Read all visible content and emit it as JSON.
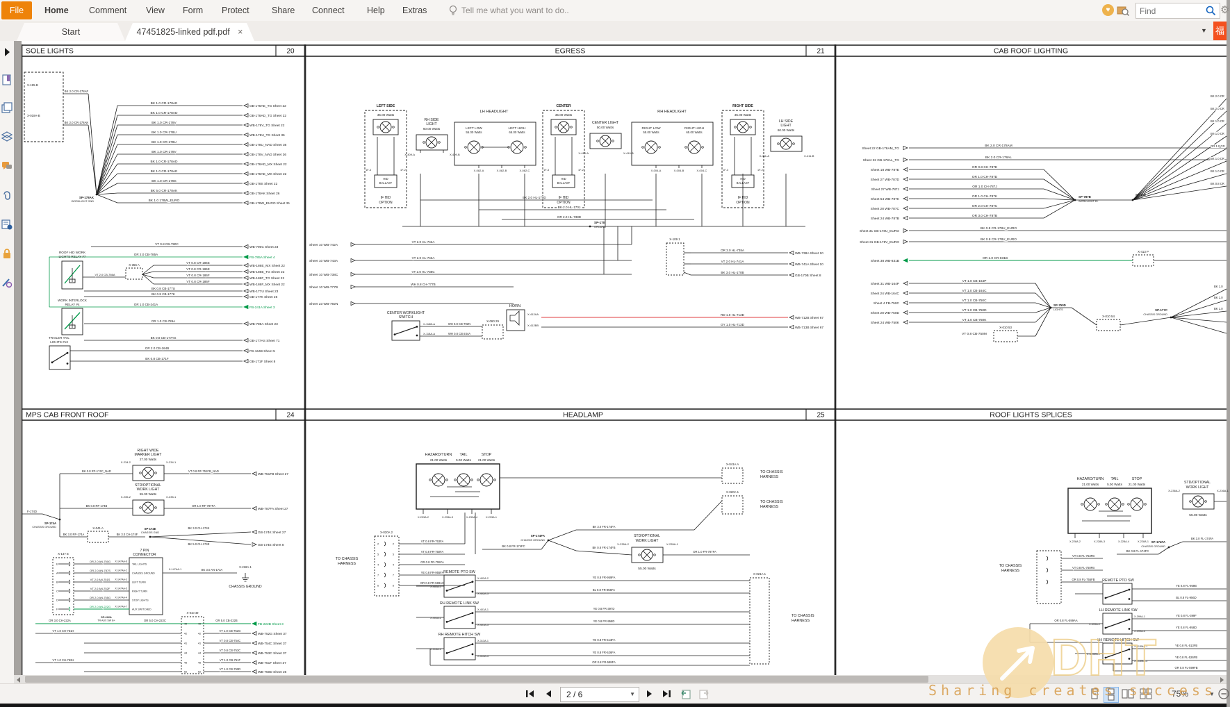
{
  "ribbon": {
    "file_label": "File",
    "menus": [
      "Home",
      "Comment",
      "View",
      "Form",
      "Protect",
      "Share",
      "Connect",
      "Help",
      "Extras"
    ],
    "tell_me": "Tell me what you want to do..",
    "find_placeholder": "Find",
    "brand_glyph": "福"
  },
  "tabs": {
    "start": "Start",
    "document": "47451825-linked pdf.pdf",
    "close_glyph": "×"
  },
  "statusbar": {
    "page_display": "2 / 6",
    "zoom_level": "75%"
  },
  "watermark": {
    "brand": "DHT",
    "slogan": "Sharing creates success"
  },
  "colors": {
    "accent_orange": "#ee8309",
    "brand_red": "#f4501e",
    "wire_green": "#009a49",
    "wire_red": "#e03c41",
    "highlight_blue": "#cfe3f8"
  },
  "panels": {
    "p1": {
      "title": "SOLE LIGHTS",
      "page": "20",
      "top_connectors": [
        "X-195-B",
        "X-018A-B"
      ],
      "top_wires": [
        "BK 2.0 CR-178AF",
        "BK 2.0 CR-178AK"
      ],
      "splice": [
        "SP-178AK",
        "WORKLIGHT GND"
      ],
      "fan_rows": [
        {
          "m": "BK 1.0 CR-178AE",
          "s": "GB-178AE_TG  Sheet 22"
        },
        {
          "m": "BK 1.0 CR-178AD",
          "s": "GB-178AD_TG  Sheet 22"
        },
        {
          "m": "BK 1.0 CR-178V",
          "s": "WB-178V_TG  Sheet 22"
        },
        {
          "m": "BK 1.0 CR-178U",
          "s": "WB-178U_TG  Sheet 36"
        },
        {
          "m": "BK 1.0 CR-178U",
          "s": "GB-178U_NAD  Sheet 36"
        },
        {
          "m": "BK 1.0 CR-178V",
          "s": "GB-178V_NAD  Sheet 36"
        },
        {
          "m": "BK 1.0 CR-178AD",
          "s": "GB-178AD_MX  Sheet 22"
        },
        {
          "m": "BK 1.0 CR-178AE",
          "s": "GB-178AE_MX  Sheet 22"
        },
        {
          "m": "BK 1.0 CR-178S",
          "s": "GB-178S  Sheet 22"
        },
        {
          "m": "BK 5.0 CR-178AK",
          "s": "GB-178AK  Sheet 26"
        },
        {
          "m": "BK 1.0 178W_EURO",
          "s": "GB-178W_EURO  Sheet 31"
        }
      ],
      "mid_rows": [
        {
          "m": "VT 0.8 CB-790C",
          "s": "WB-790C  Sheet 23"
        },
        {
          "m": "OR 2.0 CB-785A",
          "s": "FB-785A  Sheet 4",
          "g": 1
        },
        {
          "m": "VT 0.8 CR-186E",
          "s": "WB-186E_MX  Sheet 22"
        },
        {
          "m": "VT 0.8 CR-186E",
          "s": "WB-186E_TG  Sheet 22"
        },
        {
          "m": "VT 0.8 CR-186F",
          "s": "WB-186F_TG  Sheet 22"
        },
        {
          "m": "VT 0.8 CR-186F",
          "s": "WB-186F_MX  Sheet 22"
        },
        {
          "m": "BK 0.8 CB-177U",
          "s": "WB-177U  Sheet 23"
        },
        {
          "m": "BK 0.8 CB-177K",
          "s": "GB-177K  Sheet 26"
        },
        {
          "m": "OR 1.0 CB-241A",
          "s": "FB-241A  Sheet 3",
          "g": 1
        },
        {
          "m": "OR 1.0 CB-789A",
          "s": "WB-789A  Sheet 23"
        },
        {
          "m": "BK 0.8 CB-177AS",
          "s": "GB-177AS  Sheet 71"
        },
        {
          "m": "OR 2.0 CB-164B",
          "s": "FB-164B  Sheet 5"
        },
        {
          "m": "BK 0.8 CB-171F",
          "s": "GB-171F  Sheet 8"
        }
      ],
      "relay1": [
        "ROOF HID WORK",
        "LIGHTS RELAY #7"
      ],
      "relay2": [
        "WORK INTERLOCK",
        "RELAY #4"
      ],
      "trailer": [
        "TRAILER TAIL",
        "LIGHTS #13"
      ],
      "conn_356": "X-356 A",
      "wire_786": "VT 2.0 CB-786A"
    },
    "p2": {
      "title": "EGRESS",
      "page": "21",
      "lamps": {
        "left_side": [
          "LEFT SIDE",
          "35.00 Watts"
        ],
        "rh_side": [
          "RH SIDE",
          "LIGHT",
          "60.00 Watts"
        ],
        "lh_head": [
          "LH HEADLIGHT",
          "LEFT LOW",
          "55.00 Watts",
          "LEFT HIGH",
          "65.00 Watts"
        ],
        "center_hid": [
          "CENTER",
          "35.00 Watts"
        ],
        "center": [
          "CENTER LIGHT",
          "50.00 Watts"
        ],
        "rh_head": [
          "RH HEADLIGHT",
          "RIGHT LOW",
          "55.00 Watts",
          "RIGHT HIGH",
          "65.00 Watts"
        ],
        "right_side": [
          "RIGHT SIDE",
          "35.00 Watts"
        ],
        "lh_side": [
          "LH SIDE",
          "LIGHT",
          "60.00 Watts"
        ]
      },
      "hid": [
        "HID",
        "BALLAST",
        "IF HID",
        "OPTION",
        "1F-3",
        "1F-2"
      ],
      "pins": [
        "X-409-A",
        "X-409-B",
        "X-082-A",
        "X-082-B",
        "X-082-C",
        "X-410-A",
        "X-410-B",
        "X-004-A",
        "X-004-B",
        "X-004-C",
        "X-411-A",
        "X-411-B"
      ],
      "splice": [
        "SP-170",
        "GROUND"
      ],
      "bus_wires": [
        "BK 2.0 HL-170D",
        "BK 2.0 HL-170J",
        "OR 2.0 HL-738D"
      ],
      "left_rows": [
        {
          "s": "Sheet 10  WB-742A",
          "m": "VT 2.0 HL-742A"
        },
        {
          "s": "Sheet 10  WB-743A",
          "m": "VT 2.0 HL-743A"
        },
        {
          "s": "Sheet 10  WB-738C",
          "m": "VT 2.0 HL-738C"
        },
        {
          "s": "Sheet 10  WB-777B",
          "m": "WH 0.8 CH-777B"
        },
        {
          "s": "Sheet 23  WB-792N",
          "m": ""
        }
      ],
      "right_rows": [
        {
          "m": "OR 3.0 HL-738A",
          "s": "WB-738A  Sheet 10"
        },
        {
          "m": "VT 2.0 HL-741A",
          "s": "WB-741A  Sheet 10"
        },
        {
          "m": "BK 3.0 HL-170B",
          "s": "GB-170B  Sheet 8"
        },
        {
          "m": "RD 1.0 HL-712D",
          "s": "WB-712B  Sheet 67",
          "r": 1
        },
        {
          "m": "GY 1.0 HL-713D",
          "s": "WB-713B  Sheet 67"
        }
      ],
      "switch": [
        "CENTER WORKLIGHT",
        "SWITCH",
        "X-118B-A",
        "X-118A-A",
        "WH 0.8 CB-792N",
        "WH 0.8 CB-244A",
        "X-060 29"
      ],
      "horn": [
        "HORN",
        "X-412AA",
        "X-412BB"
      ],
      "conn_109": "X-109 1"
    },
    "p3": {
      "title": "CAB ROOF LIGHTING",
      "rows_a": [
        {
          "s": "Sheet 22  GB-178AM_TG",
          "m": "BK 2.0 CR-178AM"
        },
        {
          "s": "Sheet 22  GB-178AL_TG",
          "m": "BK 2.0 CR-178AL"
        },
        {
          "s": "Sheet 18  WB-787E",
          "m": "OR 0.8 CH-787E"
        },
        {
          "s": "Sheet 27  WB-787D",
          "m": "OR 1.0 CH-787D"
        },
        {
          "s": "Sheet 27  WB-787J",
          "m": "OR 1.0 CH-787J"
        },
        {
          "s": "Sheet 54  WB-787K",
          "m": "OR 1.0 CH-787K"
        },
        {
          "s": "Sheet 28  WB-787C",
          "m": "OR 2.0 CH-787C"
        },
        {
          "s": "Sheet 24  WB-787B",
          "m": "OR 3.0 CH-787B"
        },
        {
          "s": "Sheet 31  GB-178U_EURO",
          "m": "BK 0.8 CR-178U_EURO"
        },
        {
          "s": "Sheet 31  GB-178V_EURO",
          "m": "BK 0.8 CR-178V_EURO"
        }
      ],
      "green_row": {
        "s": "Sheet 38  WB-831B",
        "m": "OR 1.0 CR-831B",
        "g": 1
      },
      "rows_b": [
        {
          "s": "Sheet 31  WB-164P",
          "m": "VT 1.0 CB-164P"
        },
        {
          "s": "Sheet 24  WB-164C",
          "m": "VT 1.0 CB-164C"
        },
        {
          "s": "Sheet 4  FB-750C",
          "m": "VT 1.0 CB-750C"
        },
        {
          "s": "Sheet 28  WB-750D",
          "m": "VT 1.0 CB-750D"
        },
        {
          "s": "Sheet 24  WB-750K",
          "m": "VT 1.0 CB-750K"
        },
        {
          "s": "",
          "m": "VT 0.8 CB-750M"
        }
      ],
      "splice1": [
        "SP-787B",
        "WORKLIGHT B+"
      ],
      "splice2": [
        "SP-178",
        ""
      ],
      "splice3": [
        "SP-750D",
        "LIGHTS"
      ],
      "splice4": [
        "SP-177C",
        "CHASSIS GROUND"
      ],
      "conn_53": "X-010 53",
      "conn_54": "X-010 54",
      "conn_413": "X-413 P",
      "edge_frags": [
        "BK 2.0 CR",
        "BK 2.0 CR",
        "BK 1.0 CR",
        "BK 1.0 CR",
        "OR 1.0 CR",
        "BK 1.0 CR",
        "BK 1.0 CR",
        "BK 0.8 CR"
      ],
      "edge_frags_b": [
        "BK 1.0",
        "BK 1.0",
        "BK 1.0"
      ]
    },
    "p4": {
      "title": "MPS CAB FRONT ROOF",
      "page": "24",
      "marker": [
        "RIGHT WIDE",
        "MARKER LIGHT",
        "27.00 Watts",
        "X-234-2",
        "X-234-1",
        "BK 0.8 RF-174C_NAD",
        "VT 0.8 RF-751FB_NAD",
        "WB-751FB  Sheet 27"
      ],
      "work": [
        "STD/OPTIONAL",
        "WORK LIGHT",
        "55.00 Watts",
        "X-235-2",
        "X-235-1",
        "BK 0.8 RF-174B",
        "OR 1.0 RF-787FA",
        "WB-787FA  Sheet 27"
      ],
      "gnd_splice": [
        "SP-174A",
        "CHASSIS GROUND"
      ],
      "left_stub": "F-174D",
      "chain": [
        "BK 3.0 RF-174A",
        "X-041 A",
        "BK 3.0 CH-174F",
        "SP-174E",
        "CHASSIS GND",
        "BK 3.0 CH-174K",
        "GB-174K  Sheet 27",
        "BK 5.0 CH-174E",
        "GB-174E  Sheet 8"
      ],
      "seven_pin": {
        "title": [
          "7 PIN",
          "CONNECTOR"
        ],
        "functions": [
          "TAIL LIGHTS",
          "CHASSIS GROUND",
          "LEFT TURN",
          "RIGHT TURN",
          "STOP LIGHTS",
          "AUX SWITCHED"
        ],
        "pins": [
          "X-147AA-6",
          "X-147AA-2",
          "X-147AA-3",
          "X-147AA-5",
          "X-147AA-4",
          "X-147AA-7"
        ],
        "wires": [
          "OR 2.0 AN-750G",
          "OR 2.0 AN-787S",
          "VT 2.0 AN-751S",
          "VT 2.0 AN-752F",
          "OR 2.0 AN-755G",
          "OR 2.0 AN-222G"
        ],
        "conn_left": "X-147 E",
        "left_pins": [
          "E",
          "A",
          "B",
          "C",
          "D",
          "F"
        ],
        "gnd": [
          "X-147AA-1",
          "BK 3.0 AN-173A",
          "X-218A-1",
          "CHASSIS GROUND"
        ]
      },
      "green_bus": [
        "OR 3.0 CH-222A",
        "SP-222A",
        "TR AUX SW B+",
        "OR 5.0 CH-222C",
        "OR 5.0 CB-222B",
        "FB-222B  Sheet 3"
      ],
      "conn_mid": "X-010 49",
      "mid_pins": [
        "49",
        "42",
        "41",
        "44",
        "45",
        "52"
      ],
      "bottom_rows": [
        {
          "l": "VT 1.0 CH-751H",
          "m": "VT 1.0 CB-752G",
          "s": "WB-752G  Sheet 37"
        },
        {
          "l": "",
          "m": "VT 0.8 CB-754C",
          "s": "WB-754C  Sheet 37"
        },
        {
          "l": "",
          "m": "VT 0.8 CB-753C",
          "s": "WB-753C  Sheet 37"
        },
        {
          "l": "VT 1.0 CH-752H",
          "m": "VT 1.0 CB-751F",
          "s": "WB-751F  Sheet 37"
        },
        {
          "l": "",
          "m": "VT 1.0 CB-750D",
          "s": "WB-750D  Sheet 26"
        }
      ]
    },
    "p5": {
      "title": "HEADLAMP",
      "page": "25",
      "cluster": {
        "names": [
          "HAZARD/TURN",
          "TAIL",
          "STOP"
        ],
        "watts": [
          "21.00 Watts",
          "5.00 Watts",
          "21.00 Watts"
        ],
        "pins": [
          "X-233A-2",
          "X-233A-3",
          "X-233A-4",
          "X-233A-1"
        ]
      },
      "chassis_conn": {
        "label": [
          "TO CHASSIS",
          "HARNESS"
        ],
        "name": "X-020A 2",
        "pins": [
          "2",
          "5",
          "4",
          "7",
          "6"
        ]
      },
      "conn_wires": [
        "VT 0.8 FR-753FA",
        "VT 0.8 FR-750FA",
        "OR 0.8 FR-755FA",
        "YE 0.8 FR-955FA",
        "OR 0.8 FR-599AC"
      ],
      "gnd": [
        "SP-174FA",
        "CHASSIS GROUND",
        "BK 3.0 FR-174FA",
        "BK 0.8 FR-174FB",
        "BK 0.8 FR-174FC"
      ],
      "work": [
        "STD/OPTIONAL",
        "WORK LIGHT",
        "55.00 Watts",
        "X-235A-2",
        "X-235A-1",
        "OR 1.0 FR-787FA"
      ],
      "right_conns": [
        {
          "name": "X-041A A",
          "label": [
            "TO CHASSIS",
            "HARNESS"
          ]
        },
        {
          "name": "X-020A 1",
          "label": [
            "TO CHASSIS",
            "HARNESS"
          ]
        },
        {
          "name": "X-021A 1",
          "label": [
            "TO CHASSIS",
            "HARNESS"
          ]
        }
      ],
      "switches": [
        {
          "name": "REMOTE PTO SW",
          "pl": "X-402A-1",
          "p1": "X-402A-2",
          "p2": "X-402A-3",
          "w": [
            "YE 0.8 FR-959FA",
            "BL 0.8 FR-956FA"
          ]
        },
        {
          "name": "RH REMOTE LINK SW",
          "pl": "X-401A-2",
          "p1": "X-401A-1",
          "p2": "X-401A-3",
          "w": [
            "YE 0.8 FR-397D",
            "YE 0.8 FR-958D"
          ]
        },
        {
          "name": "RH REMOTE HITCH SW",
          "pl": "X-313A-2",
          "p1": "X-313A-1",
          "p2": "X-313A-3",
          "w": [
            "YE 0.8 FR-513FA",
            "YE 0.8 FR-526FA",
            "OR 0.8 FR-599FA"
          ]
        }
      ]
    },
    "p6": {
      "title": "ROOF LIGHTS SPLICES",
      "cluster": {
        "names": [
          "HAZARD/TURN",
          "TAIL",
          "STOP"
        ],
        "watts": [
          "21.00 Watts",
          "5.00 Watts",
          "21.00 Watts"
        ],
        "pins": [
          "X-228A-2",
          "X-228A-3",
          "X-228A-4",
          "X-228A-1"
        ]
      },
      "chassis_label": [
        "TO CHASSIS",
        "HARNESS"
      ],
      "conn_wires": [
        "VT 0.8 FL-753FB",
        "VT 0.8 FL-750FB",
        "OR 0.8 FL-755FB"
      ],
      "gnd": [
        "SP-174FA",
        "CHASSIS GROUND",
        "BK 3.0 FL-174FA",
        "BK 0.8 FL-174FC"
      ],
      "work": [
        "STD/OPTIONAL",
        "WORK LIGHT",
        "55.00 Watts",
        "X-236A-2",
        "X-236A-1"
      ],
      "switches": [
        {
          "name": "REMOTE PTO SW",
          "w": [
            "YE 0.8 FL-959B",
            "BL 0.8 FL-956D"
          ]
        },
        {
          "name": "LH REMOTE LINK SW",
          "pl": "X-399A-2",
          "p1": "X-399A-1",
          "p2": "X-399A-3",
          "wl": "OR 0.8 FL-599AA",
          "w": [
            "YE 0.8 FL-399F",
            "YE 0.8 FL-958D"
          ]
        },
        {
          "name": "LH REMOTE HITCH SW",
          "pl": "X-313MA-2",
          "p1": "X-313MA-1",
          "p2": "X-313MA-3",
          "w": [
            "YE 0.8 FL-513FB",
            "YE 0.8 FL-526FB",
            "OR 0.8 FL-599FB"
          ]
        }
      ]
    }
  }
}
